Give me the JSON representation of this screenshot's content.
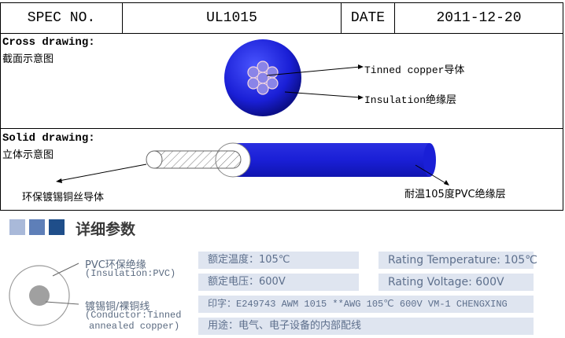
{
  "header": {
    "spec_label": "SPEC NO.",
    "spec_value": "UL1015",
    "date_label": "DATE",
    "date_value": "2011-12-20"
  },
  "cross": {
    "title": "Cross drawing:",
    "subtitle": "截面示意图",
    "conductor_label": "Tinned copper导体",
    "insulation_label": "Insulation绝缘层"
  },
  "solid": {
    "title": "Solid drawing:",
    "subtitle": "立体示意图",
    "conductor_label": "环保镀锡铜丝导体",
    "insulation_label": "耐温105度PVC绝缘层"
  },
  "details": {
    "heading": "详细参数",
    "legend": {
      "insulation_cn": "PVC环保绝缘",
      "insulation_en": "(Insulation:PVC)",
      "conductor_cn": "镀锡铜/裸铜线",
      "conductor_en1": "(Conductor:Tinned",
      "conductor_en2": "annealed copper)"
    },
    "rated_temp_cn": "额定温度：105℃",
    "rated_temp_en": "Rating Temperature: 105℃",
    "rated_voltage_cn": "额定电压：600V",
    "rated_voltage_en": "Rating Voltage: 600V",
    "print_text": "印字：E249743  AWM 1015 **AWG 105℃ 600V VM-1 CHENGXING",
    "usage_text": "用途：电气、电子设备的内部配线"
  },
  "colors": {
    "insulation_blue": "#1a1fd6",
    "square_light": "#a9b9d9",
    "square_mid": "#5e7fb8",
    "square_dark": "#1f4e8a",
    "param_bg": "#dfe5f0"
  }
}
